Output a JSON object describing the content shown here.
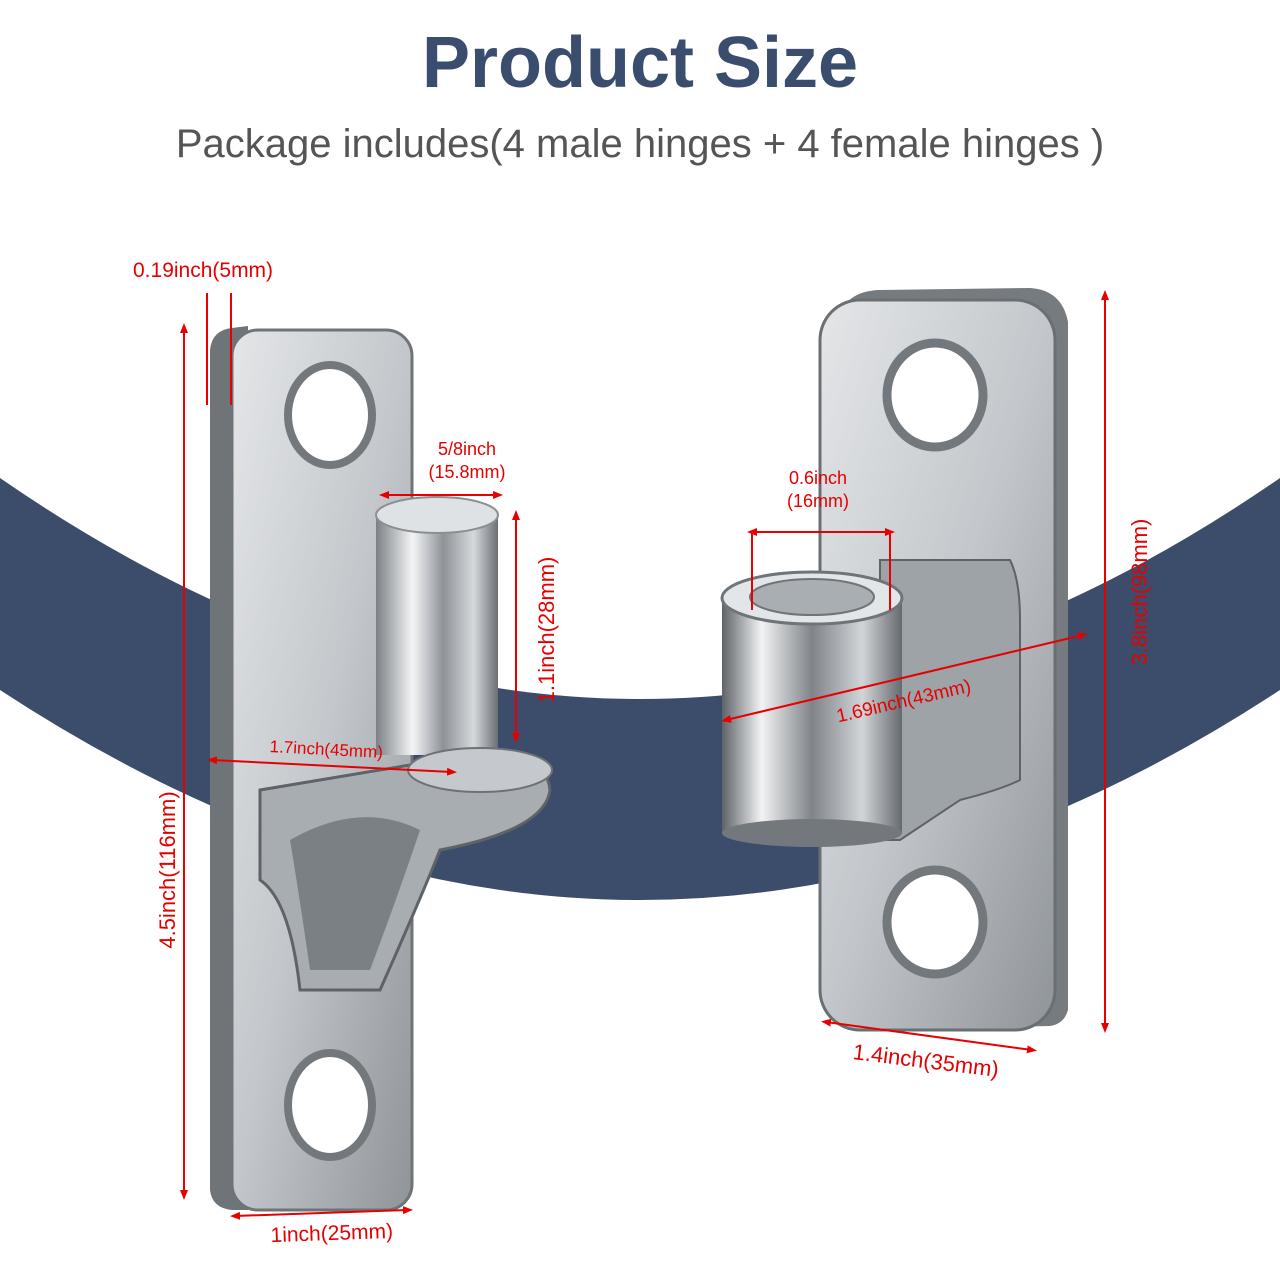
{
  "header": {
    "title": "Product Size",
    "subtitle": "Package includes(4 male hinges + 4 female hinges )"
  },
  "colors": {
    "title": "#3b4d6e",
    "subtitle": "#555555",
    "band": "#3b4d6b",
    "dimension": "#e60000",
    "metal_dark": "#5f6368",
    "metal_mid": "#aeb3b8",
    "metal_light": "#eef0f2"
  },
  "male_hinge": {
    "thickness": "0.19inch(5mm)",
    "pin_diameter_inch": "5/8inch",
    "pin_diameter_mm": "(15.8mm)",
    "pin_height": "1.1inch(28mm)",
    "depth": "1.7inch(45mm)",
    "length": "4.5inch(116mm)",
    "width": "1inch(25mm)"
  },
  "female_hinge": {
    "bore_diameter_inch": "0.6inch",
    "bore_diameter_mm": "(16mm)",
    "depth": "1.69inch(43mm)",
    "length": "3.8inch(98mm)",
    "width": "1.4inch(35mm)"
  }
}
